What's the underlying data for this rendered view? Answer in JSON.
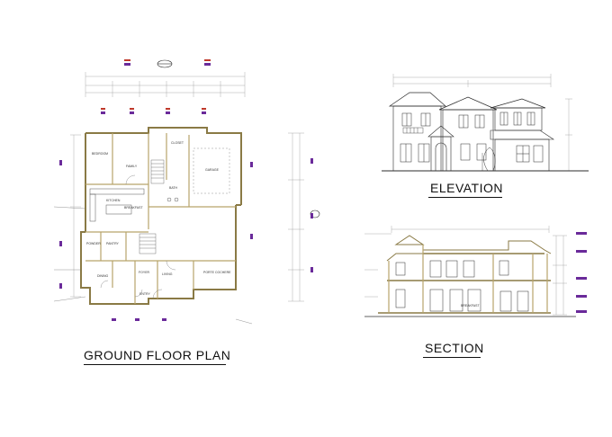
{
  "sheet": {
    "colors": {
      "line": "#2b2b2b",
      "wall": "#b8a46a",
      "wallDark": "#8a7a45",
      "dim": "#9a9a9a",
      "tag": "#6a2a9a",
      "tagRed": "#c0392b"
    }
  },
  "plan": {
    "title": "GROUND FLOOR PLAN",
    "rooms": {
      "bedroom": "BEDROOM",
      "family": "FAMILY",
      "garage": "GARAGE",
      "kitchen": "KITCHEN",
      "breakfast": "BREAKFAST",
      "dining": "DINING",
      "living": "LIVING",
      "entry": "ENTRY",
      "foyer": "FOYER",
      "porte": "PORTE COCHERE",
      "powder": "POWDER",
      "closet": "CLOSET",
      "pantry": "PANTRY",
      "bath": "BATH"
    }
  },
  "elevation": {
    "title": "ELEVATION"
  },
  "section": {
    "title": "SECTION",
    "room_label": "BREAKFAST"
  }
}
